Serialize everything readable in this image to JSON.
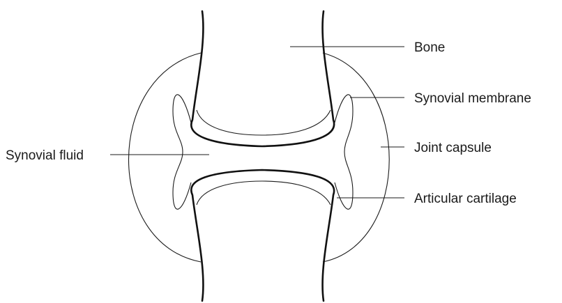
{
  "labels": {
    "bone": "Bone",
    "synovial_membrane": "Synovial membrane",
    "joint_capsule": "Joint capsule",
    "articular_cartilage": "Articular cartilage",
    "synovial_fluid": "Synovial fluid"
  }
}
